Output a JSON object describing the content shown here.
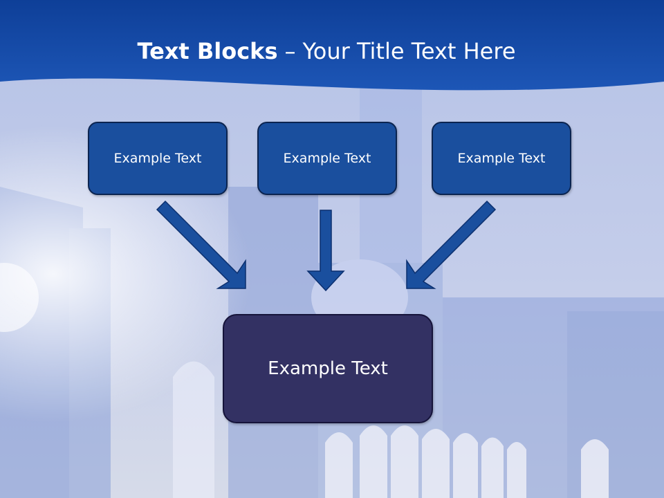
{
  "title": {
    "bold": "Text Blocks",
    "separator": "–",
    "rest": "Your Title Text Here"
  },
  "blocks": [
    {
      "label": "Example Text"
    },
    {
      "label": "Example Text"
    },
    {
      "label": "Example Text"
    }
  ],
  "target": {
    "label": "Example Text"
  },
  "colors": {
    "header_band": "#0a3a94",
    "small_box": "#1a4f9e",
    "target_box": "#333163",
    "arrow": "#1a4f9e",
    "text": "#ffffff"
  }
}
